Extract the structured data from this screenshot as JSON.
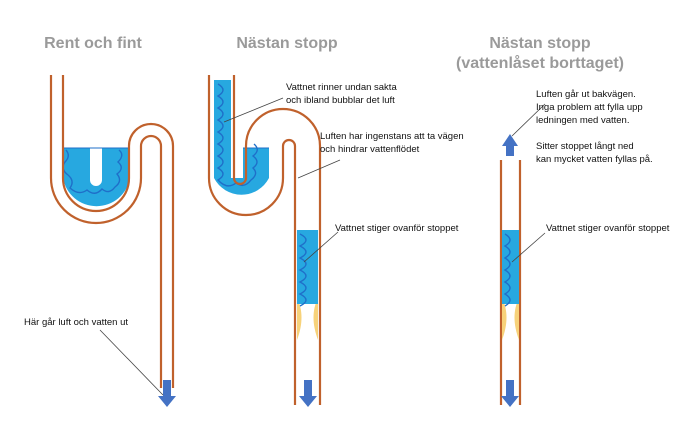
{
  "colors": {
    "pipe": "#c0612c",
    "water": "#27a8e0",
    "water_line": "#1f6fc9",
    "blockage": "#f7d27a",
    "arrow": "#4472c4",
    "title": "#9a9a9a",
    "text": "#111111"
  },
  "panels": [
    {
      "title_lines": [
        "Rent och fint"
      ],
      "annotations": [
        {
          "lines": [
            "Här går luft och vatten ut"
          ]
        }
      ]
    },
    {
      "title_lines": [
        "Nästan stopp"
      ],
      "annotations": [
        {
          "lines": [
            "Vattnet rinner undan sakta",
            "och ibland bubblar det luft"
          ]
        },
        {
          "lines": [
            "Luften har ingenstans att ta vägen",
            "och hindrar vattenflödet"
          ]
        },
        {
          "lines": [
            "Vattnet stiger ovanför stoppet"
          ]
        }
      ]
    },
    {
      "title_lines": [
        "Nästan stopp",
        "(vattenlåset borttaget)"
      ],
      "annotations": [
        {
          "lines": [
            "Luften går ut bakvägen.",
            "Inga problem att fylla upp",
            "ledningen med vatten."
          ]
        },
        {
          "lines": [
            "Sitter stoppet långt ned",
            "kan mycket vatten fyllas på."
          ]
        },
        {
          "lines": [
            "Vattnet stiger ovanför stoppet"
          ]
        }
      ]
    }
  ]
}
